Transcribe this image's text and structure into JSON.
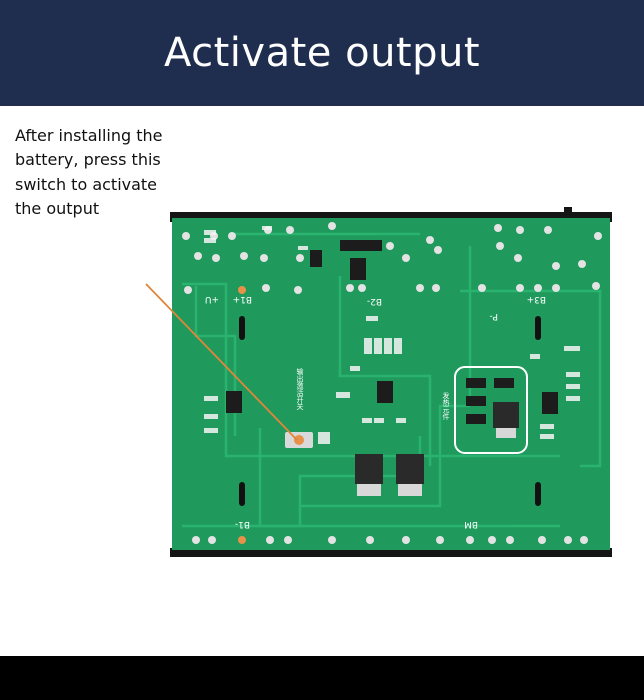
{
  "header": {
    "title": "Activate output"
  },
  "callout": {
    "text": "After installing the battery, press this switch to activate the output"
  },
  "board": {
    "labels": {
      "u_plus": "+U",
      "b1_plus": "B1+",
      "b2_minus": "B2-",
      "b3_plus": "B3+",
      "p_minus": "P-",
      "b1_minus": "B1-",
      "bm": "BM",
      "switch_cn": "输出激活开关",
      "heat_cn": "发热元件"
    }
  },
  "colors": {
    "header_bg": "#1f2e4f",
    "pcb_green": "#1f9a5c",
    "pcb_trace": "#27b06a",
    "pointer": "#e0863a"
  }
}
